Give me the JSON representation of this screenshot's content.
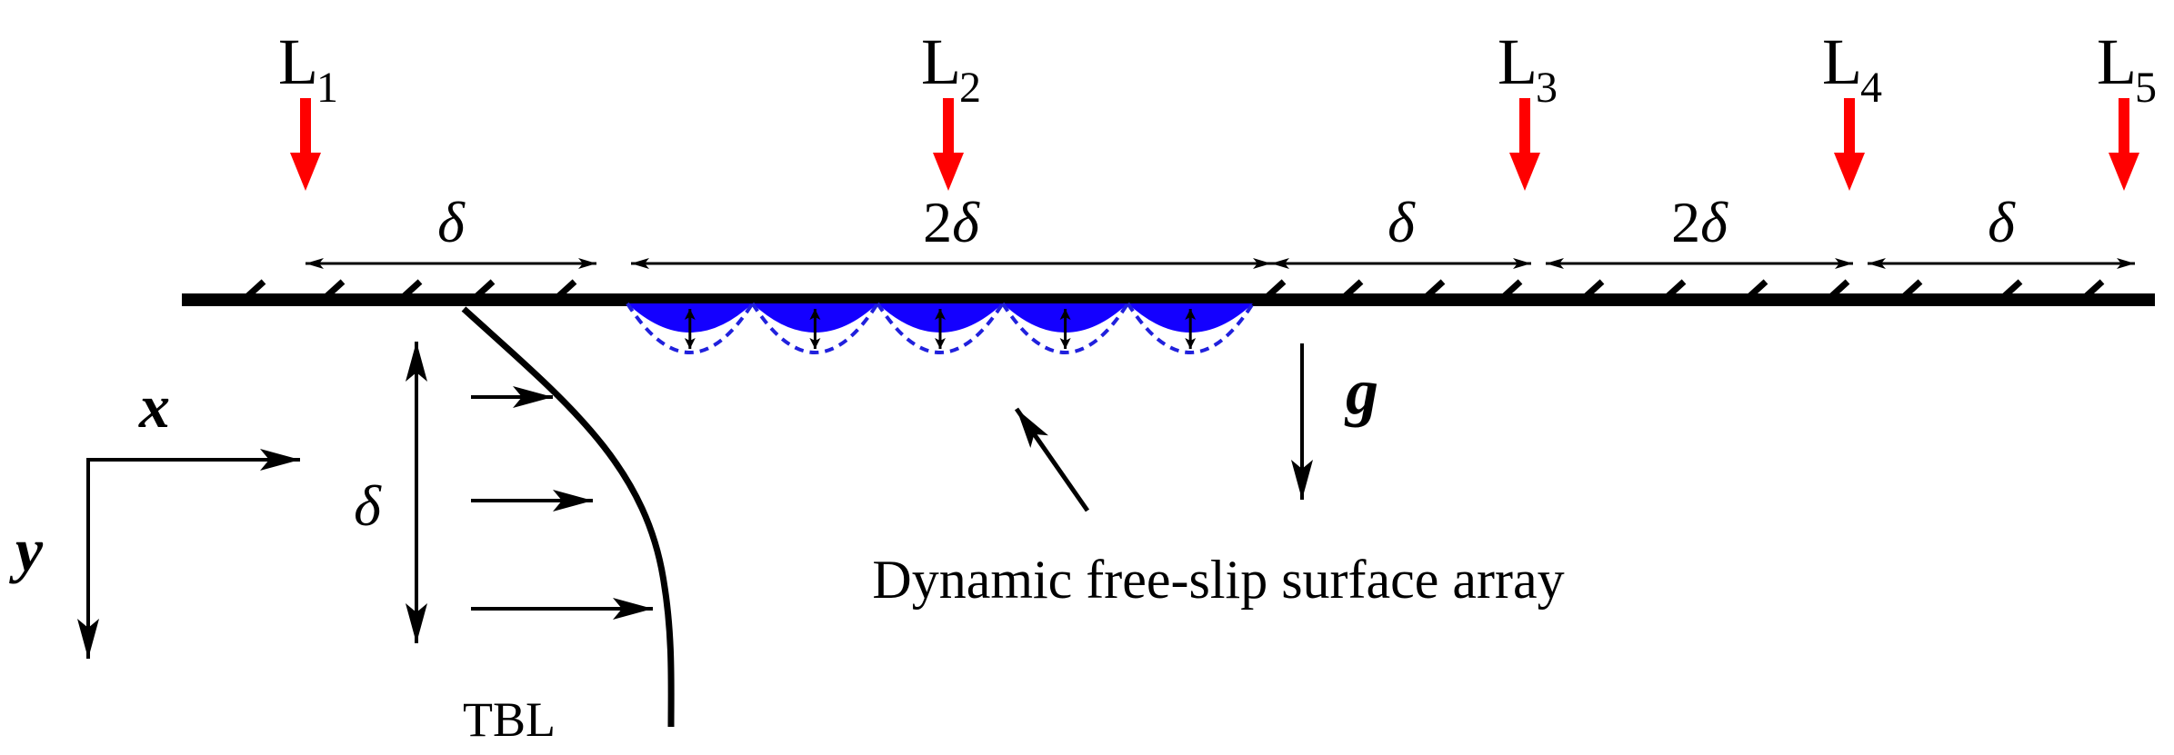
{
  "locations": [
    {
      "letter": "L",
      "index": "1"
    },
    {
      "letter": "L",
      "index": "2"
    },
    {
      "letter": "L",
      "index": "3"
    },
    {
      "letter": "L",
      "index": "4"
    },
    {
      "letter": "L",
      "index": "5"
    }
  ],
  "spans": [
    {
      "coef": "",
      "symbol": "δ"
    },
    {
      "coef": "2",
      "symbol": "δ"
    },
    {
      "coef": "",
      "symbol": "δ"
    },
    {
      "coef": "2",
      "symbol": "δ"
    },
    {
      "coef": "",
      "symbol": "δ"
    }
  ],
  "axes": {
    "x": "x",
    "y": "y"
  },
  "gravity": "g",
  "boundary_layer": {
    "thickness": "δ",
    "label": "TBL"
  },
  "surface_array": {
    "caption": "Dynamic free-slip surface array",
    "cell_count": 5
  },
  "colors": {
    "marker": "#ff0000",
    "surface_fill": "#1400ff",
    "surface_dash": "#2020dd",
    "ink": "#000000"
  }
}
